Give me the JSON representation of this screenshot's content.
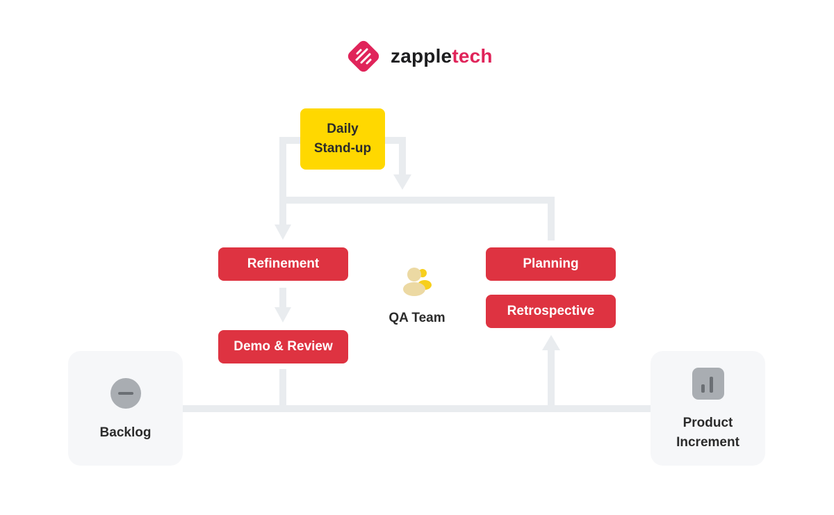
{
  "logo": {
    "name_part1": "zapple",
    "name_part2": "tech",
    "mark_icon": "zappletech-logo-icon",
    "brand_color": "#e0245a"
  },
  "nodes": {
    "daily_standup": {
      "line1": "Daily",
      "line2": "Stand-up"
    },
    "refinement": "Refinement",
    "demo_review": "Demo & Review",
    "planning": "Planning",
    "retrospective": "Retrospective",
    "qa_team": {
      "label": "QA Team",
      "icon": "team-icon"
    },
    "backlog": {
      "label": "Backlog",
      "icon": "minus-circle-icon"
    },
    "product_increment": {
      "line1": "Product",
      "line2": "Increment",
      "icon": "bar-chart-icon"
    }
  },
  "colors": {
    "accent_red": "#de3341",
    "accent_yellow": "#ffd800",
    "connector": "#e9ecef",
    "card_bg": "#f6f7f9",
    "text": "#2b2b2b"
  }
}
